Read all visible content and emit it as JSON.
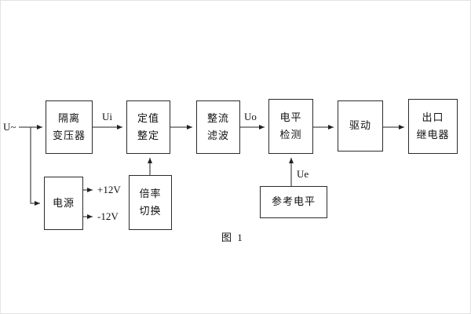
{
  "figure": {
    "caption": "图 1"
  },
  "labels": {
    "input": "U~",
    "ui": "Ui",
    "uo": "Uo",
    "ue": "Ue",
    "rail_pos": "+12V",
    "rail_neg": "-12V"
  },
  "blocks": {
    "isolation": {
      "l1": "隔离",
      "l2": "变压器"
    },
    "setting": {
      "l1": "定值",
      "l2": "整定"
    },
    "rectifier": {
      "l1": "整流",
      "l2": "滤波"
    },
    "detector": {
      "l1": "电平",
      "l2": "检测"
    },
    "driver": {
      "l1": "驱动"
    },
    "relay": {
      "l1": "出口",
      "l2": "继电器"
    },
    "power": {
      "l1": "电源"
    },
    "ratio": {
      "l1": "倍率",
      "l2": "切换"
    },
    "reference": {
      "l1": "参考电平"
    }
  }
}
